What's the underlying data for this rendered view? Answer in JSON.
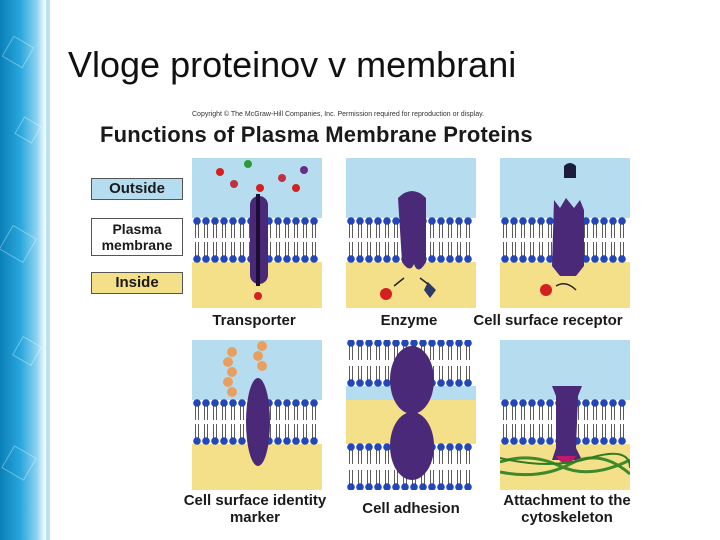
{
  "slide": {
    "title": "Vloge proteinov v membrani"
  },
  "figure": {
    "copyright": "Copyright © The McGraw-Hill Companies, Inc. Permission required for reproduction or display.",
    "title": "Functions of Plasma Membrane Proteins",
    "legend": {
      "outside": "Outside",
      "membrane": "Plasma membrane",
      "membrane_line1": "Plasma",
      "membrane_line2": "membrane",
      "inside": "Inside"
    },
    "panels": [
      {
        "label": "Transporter"
      },
      {
        "label": "Enzyme"
      },
      {
        "label": "Cell surface receptor"
      },
      {
        "label_line1": "Cell surface identity",
        "label_line2": "marker"
      },
      {
        "label": "Cell adhesion"
      },
      {
        "label_line1": "Attachment to the",
        "label_line2": "cytoskeleton"
      }
    ]
  },
  "colors": {
    "outside": "#b6dcf0",
    "inside": "#f5e08a",
    "lipid_head": "#2346b8",
    "protein": "#4a2a78",
    "molecule_red": "#d42020",
    "marker_orange": "#e8a060",
    "cytoskeleton_green": "#3c8a2a",
    "sidebar_blue": "#1b95cf"
  }
}
